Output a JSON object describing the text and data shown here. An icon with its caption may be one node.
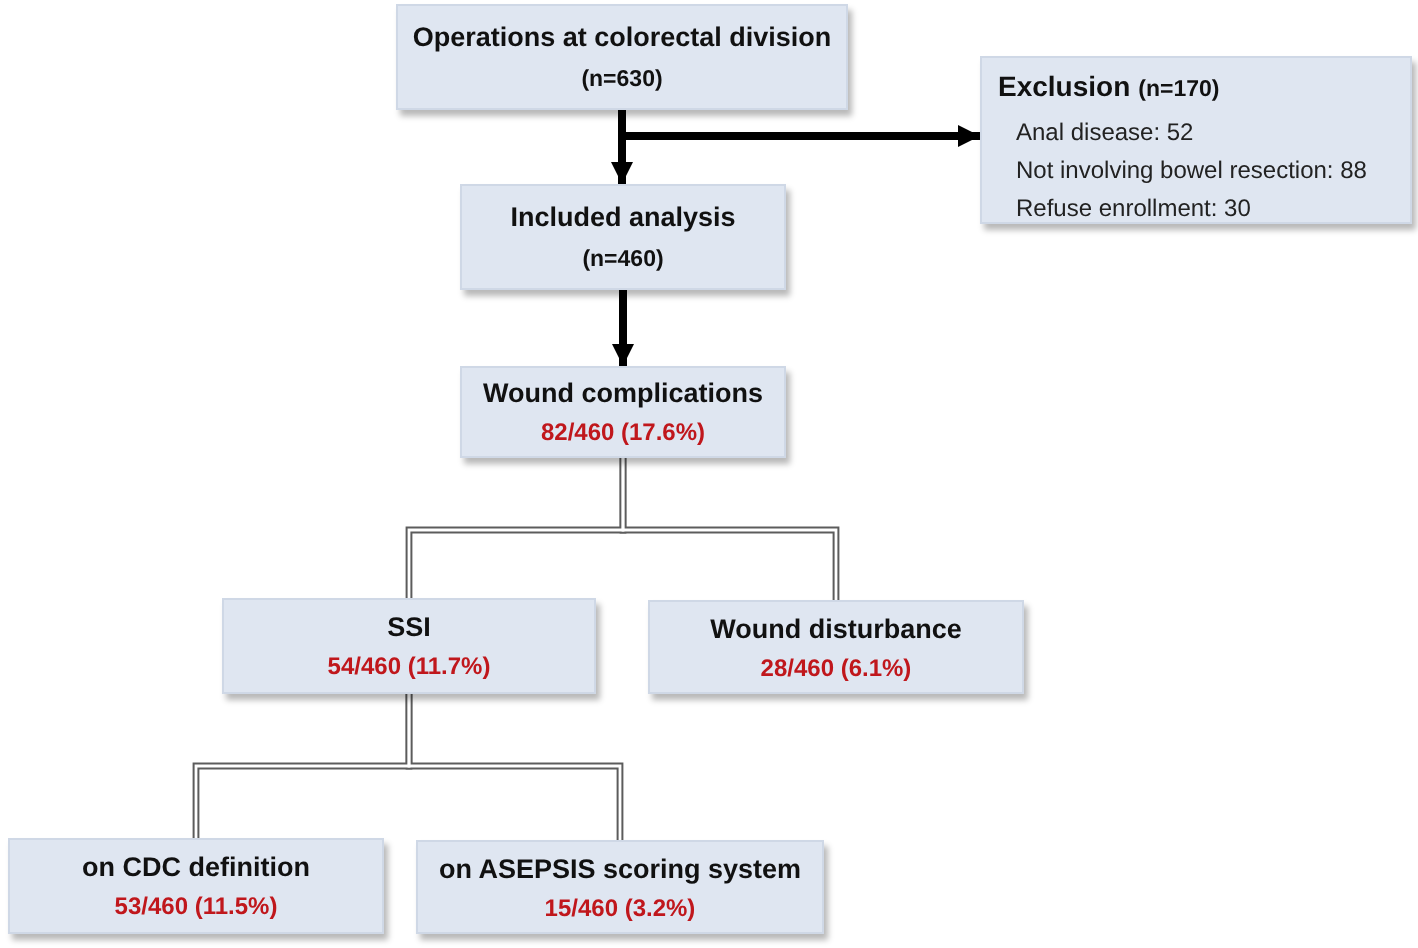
{
  "diagram": {
    "nodes": [
      {
        "text": [
          "Operations at colorectal division",
          "(n=630)"
        ]
      },
      {
        "text": [
          "Exclusion",
          "(n=170)",
          "Anal disease: 52",
          "Not involving bowel resection: 88",
          "Refuse enrollment: 30"
        ]
      },
      {
        "text": [
          "Included analysis",
          "(n=460)"
        ]
      },
      {
        "text": [
          "Wound complications",
          "82/460 (17.6%)"
        ]
      },
      {
        "text": [
          "SSI",
          "54/460 (11.7%)"
        ]
      },
      {
        "text": [
          "Wound disturbance",
          "28/460 (6.1%)"
        ]
      },
      {
        "text": [
          "on CDC definition",
          "53/460 (11.5%)"
        ]
      },
      {
        "text": [
          "on ASEPSIS scoring system",
          "15/460 (3.2%)"
        ]
      }
    ],
    "edges": [
      {
        "from": 0,
        "to": 2,
        "arrow": "to",
        "style": "thick",
        "color": "#000000"
      },
      {
        "from": 0,
        "to": 1,
        "arrow": "to",
        "style": "thick",
        "color": "#000000"
      },
      {
        "from": 2,
        "to": 3,
        "arrow": "to",
        "style": "thick",
        "color": "#000000"
      },
      {
        "from": 3,
        "to": 4,
        "arrow": "none"
      },
      {
        "from": 3,
        "to": 5,
        "arrow": "none"
      },
      {
        "from": 4,
        "to": 6,
        "arrow": "none"
      },
      {
        "from": 4,
        "to": 7,
        "arrow": "none"
      }
    ]
  }
}
